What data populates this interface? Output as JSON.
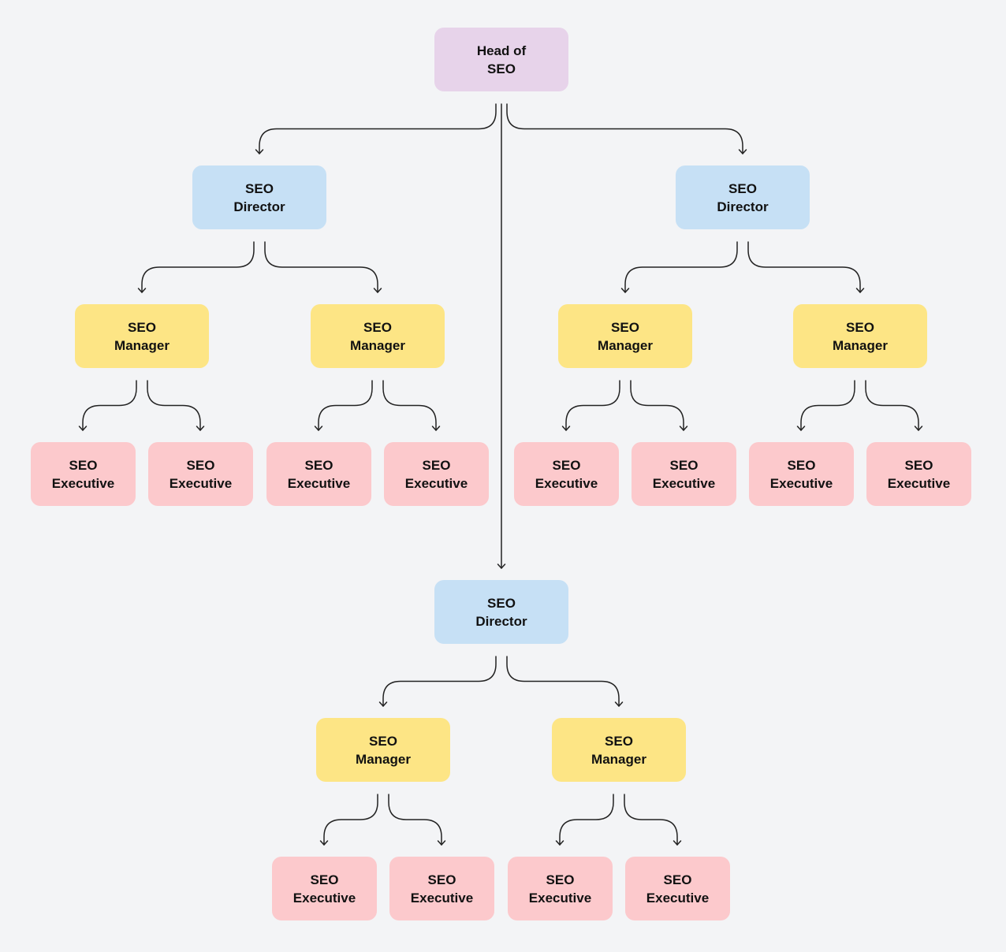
{
  "colors": {
    "background": "#f3f4f6",
    "head": "#e7d3ea",
    "director": "#c6e0f5",
    "manager": "#fde585",
    "executive": "#fcc9cc",
    "connector": "#222222"
  },
  "nodes": {
    "head": {
      "line1": "Head of",
      "line2": "SEO"
    },
    "director_left": {
      "line1": "SEO",
      "line2": "Director"
    },
    "director_right": {
      "line1": "SEO",
      "line2": "Director"
    },
    "director_bottom": {
      "line1": "SEO",
      "line2": "Director"
    },
    "manager_1": {
      "line1": "SEO",
      "line2": "Manager"
    },
    "manager_2": {
      "line1": "SEO",
      "line2": "Manager"
    },
    "manager_3": {
      "line1": "SEO",
      "line2": "Manager"
    },
    "manager_4": {
      "line1": "SEO",
      "line2": "Manager"
    },
    "manager_5": {
      "line1": "SEO",
      "line2": "Manager"
    },
    "manager_6": {
      "line1": "SEO",
      "line2": "Manager"
    },
    "executive_1": {
      "line1": "SEO",
      "line2": "Executive"
    },
    "executive_2": {
      "line1": "SEO",
      "line2": "Executive"
    },
    "executive_3": {
      "line1": "SEO",
      "line2": "Executive"
    },
    "executive_4": {
      "line1": "SEO",
      "line2": "Executive"
    },
    "executive_5": {
      "line1": "SEO",
      "line2": "Executive"
    },
    "executive_6": {
      "line1": "SEO",
      "line2": "Executive"
    },
    "executive_7": {
      "line1": "SEO",
      "line2": "Executive"
    },
    "executive_8": {
      "line1": "SEO",
      "line2": "Executive"
    },
    "executive_9": {
      "line1": "SEO",
      "line2": "Executive"
    },
    "executive_10": {
      "line1": "SEO",
      "line2": "Executive"
    },
    "executive_11": {
      "line1": "SEO",
      "line2": "Executive"
    },
    "executive_12": {
      "line1": "SEO",
      "line2": "Executive"
    }
  },
  "edges": [
    [
      "head",
      "director_left"
    ],
    [
      "head",
      "director_right"
    ],
    [
      "head",
      "director_bottom"
    ],
    [
      "director_left",
      "manager_1"
    ],
    [
      "director_left",
      "manager_2"
    ],
    [
      "director_right",
      "manager_3"
    ],
    [
      "director_right",
      "manager_4"
    ],
    [
      "director_bottom",
      "manager_5"
    ],
    [
      "director_bottom",
      "manager_6"
    ],
    [
      "manager_1",
      "executive_1"
    ],
    [
      "manager_1",
      "executive_2"
    ],
    [
      "manager_2",
      "executive_3"
    ],
    [
      "manager_2",
      "executive_4"
    ],
    [
      "manager_3",
      "executive_5"
    ],
    [
      "manager_3",
      "executive_6"
    ],
    [
      "manager_4",
      "executive_7"
    ],
    [
      "manager_4",
      "executive_8"
    ],
    [
      "manager_5",
      "executive_9"
    ],
    [
      "manager_5",
      "executive_10"
    ],
    [
      "manager_6",
      "executive_11"
    ],
    [
      "manager_6",
      "executive_12"
    ]
  ]
}
